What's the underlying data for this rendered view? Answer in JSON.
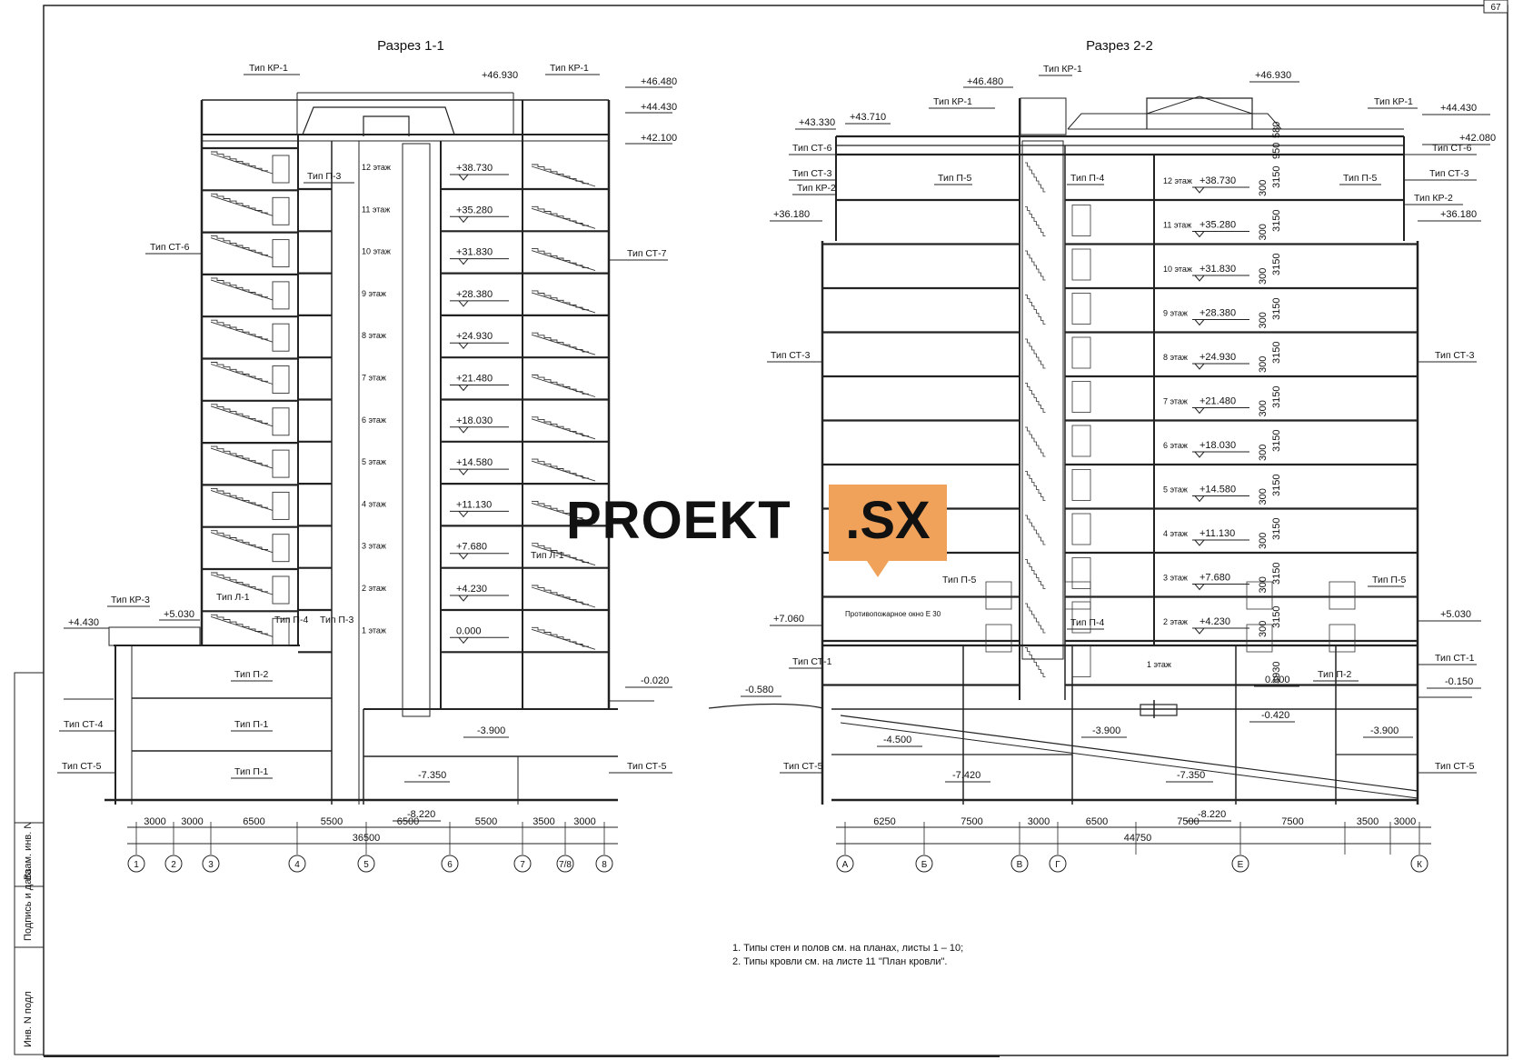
{
  "sheet_number": "67",
  "section_1": {
    "title": "Разрез 1-1",
    "top_labels": [
      "Тип КР-1",
      "+46.930",
      "Тип КР-1",
      "+46.480",
      "+44.430",
      "+42.100"
    ],
    "left_labels": [
      "Тип СТ-6",
      "Тип П-3",
      "Тип КР-3",
      "+4.430",
      "+5.030",
      "Тип Л-1",
      "Тип П-4",
      "Тип П-3",
      "Тип П-2",
      "Тип СТ-4",
      "Тип П-1",
      "Тип СТ-5",
      "Тип П-1"
    ],
    "right_labels": [
      "Тип СТ-7",
      "Тип Л-1",
      "-0.020",
      "Тип СТ-5"
    ],
    "floors": [
      "12 этаж",
      "11 этаж",
      "10 этаж",
      "9 этаж",
      "8 этаж",
      "7 этаж",
      "6 этаж",
      "5 этаж",
      "4 этаж",
      "3 этаж",
      "2 этаж",
      "1 этаж"
    ],
    "elevations": [
      "+38.730",
      "+35.280",
      "+31.830",
      "+28.380",
      "+24.930",
      "+21.480",
      "+18.030",
      "+14.580",
      "+11.130",
      "+7.680",
      "+4.230",
      "0.000"
    ],
    "basement_elevations": [
      "-3.900",
      "-7.350",
      "-8.220"
    ],
    "dims": [
      "3000",
      "3000",
      "6500",
      "5500",
      "6500",
      "5500",
      "3500",
      "3000"
    ],
    "total_dim": "36500",
    "axes": [
      "1",
      "2",
      "3",
      "4",
      "5",
      "6",
      "7",
      "7/8",
      "8"
    ]
  },
  "section_2": {
    "title": "Разрез 2-2",
    "top_labels": [
      "+46.480",
      "Тип КР-1",
      "+46.930",
      "Тип КР-1",
      "Тип КР-1",
      "+44.430",
      "+43.330",
      "+43.710",
      "+42.080"
    ],
    "left_labels": [
      "Тип СТ-6",
      "Тип СТ-3",
      "Тип КР-2",
      "+36.180",
      "Тип П-5",
      "Тип СТ-3",
      "Тип П-5",
      "+7.060",
      "Тип СТ-1",
      "-0.580",
      "Тип СТ-5",
      "-4.500",
      "-7.420"
    ],
    "right_labels": [
      "Тип СТ-6",
      "Тип СТ-3",
      "Тип КР-2",
      "+36.180",
      "Тип П-5",
      "Тип СТ-3",
      "Тип П-5",
      "+5.030",
      "Тип СТ-1",
      "-0.150",
      "Тип СТ-5",
      "Тип П-2",
      "-3.900"
    ],
    "mid_labels": [
      "Тип П-4",
      "Тип П-4",
      "Противопожарное окно Е 30",
      "1 этаж",
      "0.000",
      "-0.420",
      "-3.900",
      "-7.350",
      "-8.220"
    ],
    "floors": [
      "12 этаж",
      "11 этаж",
      "10 этаж",
      "9 этаж",
      "8 этаж",
      "7 этаж",
      "6 этаж",
      "5 этаж",
      "4 этаж",
      "3 этаж",
      "2 этаж"
    ],
    "elevations": [
      "+38.730",
      "+35.280",
      "+31.830",
      "+28.380",
      "+24.930",
      "+21.480",
      "+18.030",
      "+14.580",
      "+11.130",
      "+7.680",
      "+4.230"
    ],
    "thickness": "300",
    "heights": [
      "580",
      "950",
      "3150",
      "3150",
      "3150",
      "3150",
      "3150",
      "3150",
      "3150",
      "3150",
      "3150",
      "3150",
      "3150",
      "3930"
    ],
    "dims": [
      "6250",
      "7500",
      "3000",
      "6500",
      "7500",
      "7500",
      "3500",
      "3000"
    ],
    "total_dim": "44750",
    "axes": [
      "А",
      "Б",
      "В",
      "Г",
      "Е",
      "К"
    ]
  },
  "notes": [
    "1. Типы стен и полов см. на планах, листы 1 – 10;",
    "2. Типы кровли см. на листе 11 \"План кровли\"."
  ],
  "side_stamp": [
    "Инв. N подл",
    "Подпись и дата",
    "Взам. инв. N"
  ],
  "watermark": {
    "main": "PROEKT",
    "badge": ".SX",
    "badge_color": "#f0a25a"
  }
}
